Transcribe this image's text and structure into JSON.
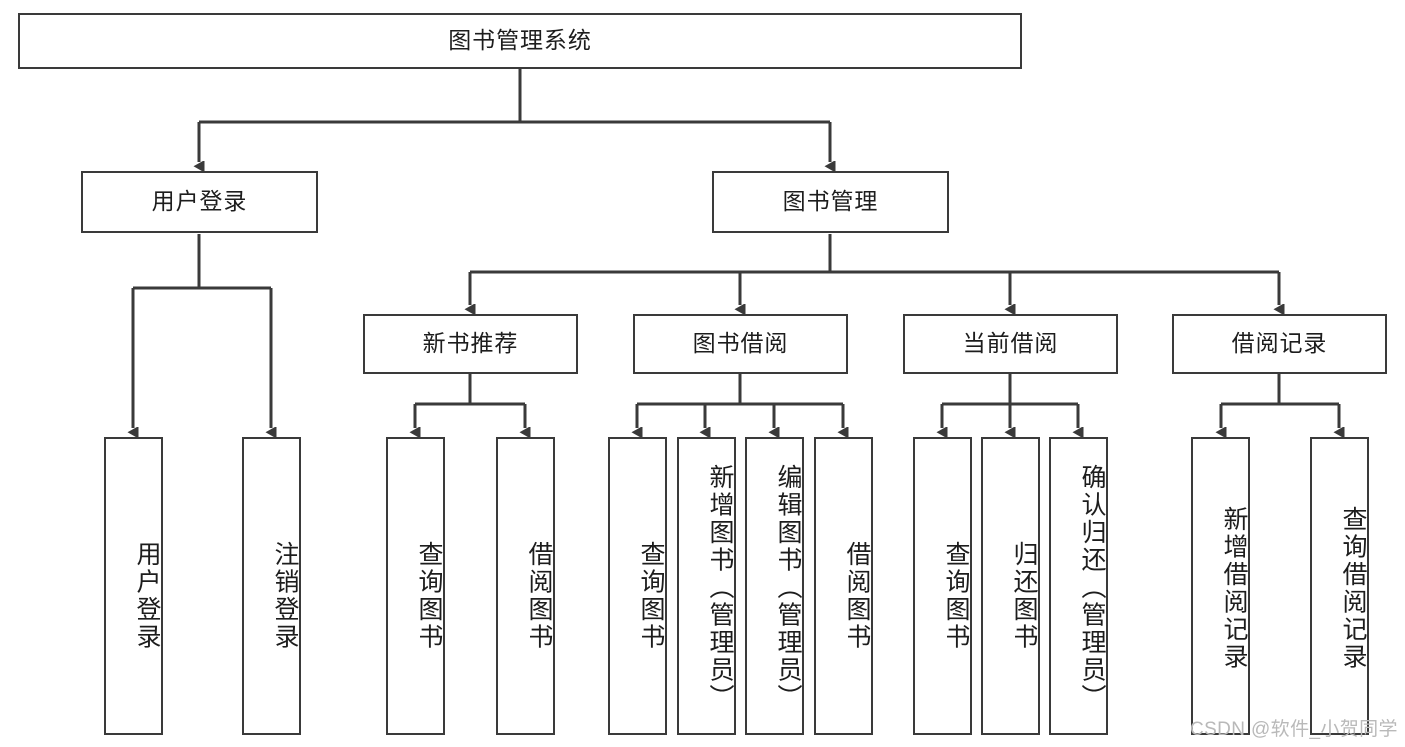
{
  "diagram": {
    "title": "图书管理系统",
    "type": "tree-hierarchy",
    "root": {
      "label": "图书管理系统"
    },
    "level2": [
      {
        "label": "用户登录"
      },
      {
        "label": "图书管理"
      }
    ],
    "level3": [
      {
        "label": "新书推荐",
        "parent": "图书管理"
      },
      {
        "label": "图书借阅",
        "parent": "图书管理"
      },
      {
        "label": "当前借阅",
        "parent": "图书管理"
      },
      {
        "label": "借阅记录",
        "parent": "图书管理"
      }
    ],
    "leaves": [
      {
        "label": "用户登录",
        "parent": "用户登录"
      },
      {
        "label": "注销登录",
        "parent": "用户登录"
      },
      {
        "label": "查询图书",
        "parent": "新书推荐"
      },
      {
        "label": "借阅图书",
        "parent": "新书推荐"
      },
      {
        "label": "查询图书",
        "parent": "图书借阅"
      },
      {
        "label": "新增图书（管理员）",
        "parent": "图书借阅"
      },
      {
        "label": "编辑图书（管理员）",
        "parent": "图书借阅"
      },
      {
        "label": "借阅图书",
        "parent": "图书借阅"
      },
      {
        "label": "查询图书",
        "parent": "当前借阅"
      },
      {
        "label": "归还图书",
        "parent": "当前借阅"
      },
      {
        "label": "确认归还（管理员）",
        "parent": "当前借阅"
      },
      {
        "label": "新增借阅记录",
        "parent": "借阅记录"
      },
      {
        "label": "查询借阅记录",
        "parent": "借阅记录"
      }
    ],
    "watermark": "CSDN @软件_小贺同学",
    "colors": {
      "stroke": "#3a3a3a",
      "fill": "#ffffff",
      "text": "#1d1d1d",
      "watermark": "#b9b9b9"
    }
  }
}
